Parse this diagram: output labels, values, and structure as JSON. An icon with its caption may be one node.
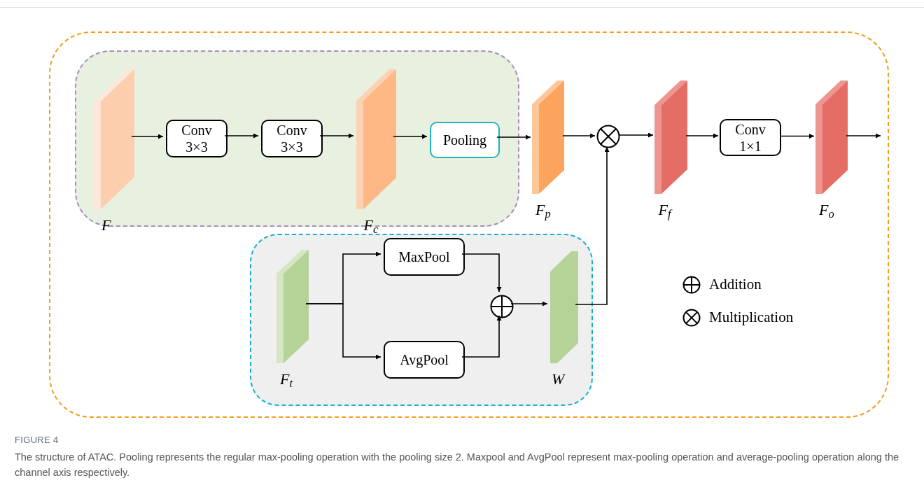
{
  "diagram": {
    "title": "FIGURE 4",
    "caption": "The structure of ATAC. Pooling represents the regular max-pooling operation with the pooling size 2. Maxpool and AvgPool represent max-pooling operation and average-pooling operation along the channel axis respectively.",
    "nodes": [
      {
        "text": [],
        "shape": "box"
      },
      {
        "text": [],
        "shape": "box",
        "in": 0
      },
      {
        "text": [],
        "shape": "cuboid",
        "in": 1,
        "beside": [
          "F"
        ]
      },
      {
        "text": [
          "Conv 3×3"
        ],
        "in": 1
      },
      {
        "text": [
          "Conv 3×3"
        ],
        "in": 1
      },
      {
        "text": [],
        "shape": "cuboid",
        "in": 1,
        "beside": [
          "F$_{c}$"
        ]
      },
      {
        "text": [
          "Pooling"
        ],
        "in": 1
      },
      {
        "text": [],
        "shape": "cuboid",
        "in": 0,
        "beside": [
          "F$_{p}$"
        ]
      },
      {
        "text": [],
        "shape": "circle",
        "in": 0
      },
      {
        "text": [],
        "shape": "cuboid",
        "in": 0,
        "beside": [
          "F$_{f}$"
        ]
      },
      {
        "text": [
          "Conv 1×1"
        ],
        "in": 0
      },
      {
        "text": [],
        "shape": "cuboid",
        "in": 0,
        "beside": [
          "F$_{o}$"
        ]
      },
      {
        "text": [],
        "shape": "box",
        "in": 0
      },
      {
        "text": [],
        "shape": "cuboid",
        "in": 12,
        "beside": [
          "F$_{t}$"
        ]
      },
      {
        "text": [
          "MaxPool"
        ],
        "in": 12
      },
      {
        "text": [
          "AvgPool"
        ],
        "in": 12
      },
      {
        "text": [],
        "shape": "circle",
        "in": 12
      },
      {
        "text": [],
        "shape": "cuboid",
        "in": 12,
        "beside": [
          "W"
        ]
      }
    ],
    "edges": [
      {
        "from": 2,
        "to": 3,
        "arrow": "to"
      },
      {
        "from": 3,
        "to": 4,
        "arrow": "to"
      },
      {
        "from": 4,
        "to": 5,
        "arrow": "to"
      },
      {
        "from": 5,
        "to": 6,
        "arrow": "to"
      },
      {
        "from": 6,
        "to": 7,
        "arrow": "to"
      },
      {
        "from": 7,
        "to": 8,
        "arrow": "to"
      },
      {
        "from": 8,
        "to": 9,
        "arrow": "to"
      },
      {
        "from": 9,
        "to": 10,
        "arrow": "to"
      },
      {
        "from": 10,
        "to": 11,
        "arrow": "to"
      },
      {
        "from": 11,
        "to": null,
        "arrow": "to"
      },
      {
        "from": 13,
        "to": 14,
        "arrow": "to"
      },
      {
        "from": 13,
        "to": 15,
        "arrow": "to"
      },
      {
        "from": 14,
        "to": 16,
        "arrow": "to"
      },
      {
        "from": 15,
        "to": 16,
        "arrow": "to"
      },
      {
        "from": 16,
        "to": 17,
        "arrow": "to"
      },
      {
        "from": 17,
        "to": 8,
        "arrow": "to"
      }
    ],
    "legend": [
      {
        "text": "Addition"
      },
      {
        "text": "Multiplication"
      }
    ]
  }
}
